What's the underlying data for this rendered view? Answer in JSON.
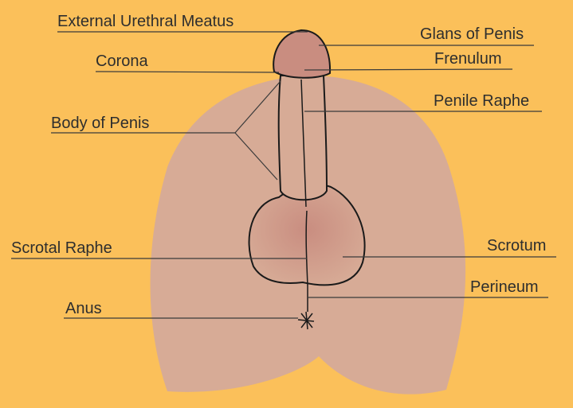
{
  "colors": {
    "background": "#FBC05A",
    "skin": "#D7AB96",
    "skin_dark": "#C98D80",
    "outline": "#1A1A1A",
    "leader": "#3A3A3A",
    "text": "#2E2E2E"
  },
  "labels": {
    "external_urethral_meatus": "External Urethral Meatus",
    "glans_of_penis": "Glans of Penis",
    "corona": "Corona",
    "frenulum": "Frenulum",
    "body_of_penis": "Body of Penis",
    "penile_raphe": "Penile Raphe",
    "scrotal_raphe": "Scrotal Raphe",
    "scrotum": "Scrotum",
    "perineum": "Perineum",
    "anus": "Anus"
  }
}
